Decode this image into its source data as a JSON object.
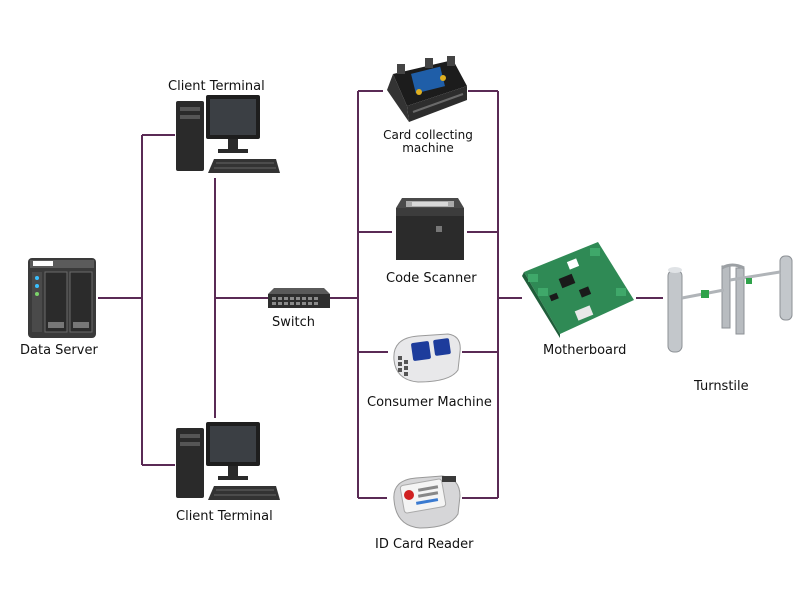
{
  "colors": {
    "wire": "#5a2a55",
    "device_dark": "#2a2a2a",
    "device_mid": "#555555",
    "pcb_green": "#2f8a55",
    "metal": "#b8bcc0"
  },
  "nodes": {
    "data_server": {
      "label": "Data Server",
      "icon": "nas-server-icon"
    },
    "client_terminal_top": {
      "label": "Client Terminal",
      "icon": "desktop-computer-icon"
    },
    "client_terminal_bottom": {
      "label": "Client Terminal",
      "icon": "desktop-computer-icon"
    },
    "switch": {
      "label": "Switch",
      "icon": "network-switch-icon"
    },
    "card_collecting": {
      "label_line1": "Card collecting",
      "label_line2": "machine",
      "icon": "card-collecting-machine-icon"
    },
    "code_scanner": {
      "label": "Code Scanner",
      "icon": "code-scanner-icon"
    },
    "consumer_machine": {
      "label": "Consumer Machine",
      "icon": "consumer-machine-icon"
    },
    "id_card_reader": {
      "label": "ID Card Reader",
      "icon": "id-card-reader-icon"
    },
    "motherboard": {
      "label": "Motherboard",
      "icon": "motherboard-icon"
    },
    "turnstile": {
      "label": "Turnstile",
      "icon": "turnstile-icon"
    }
  }
}
